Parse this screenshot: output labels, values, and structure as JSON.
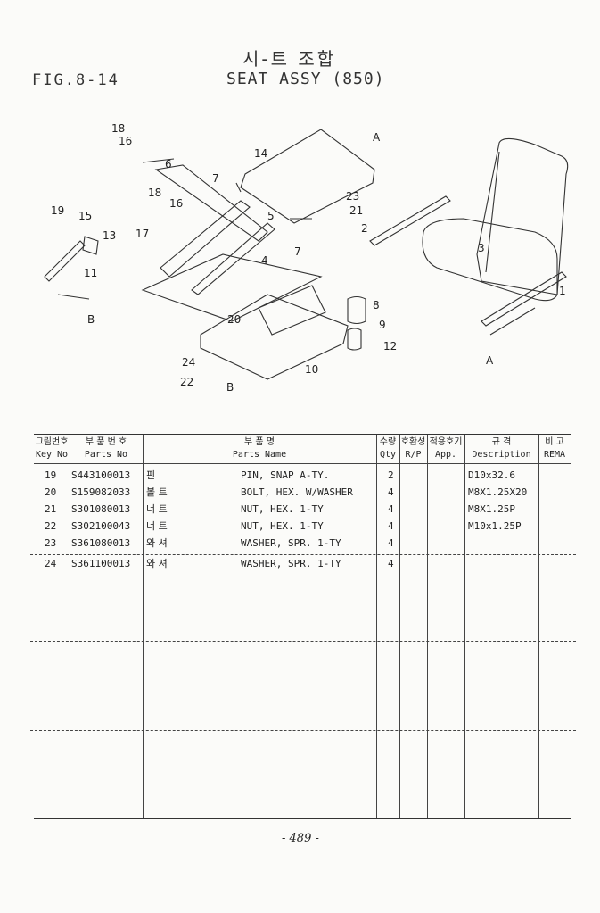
{
  "header": {
    "title_ko": "시-트 조합",
    "figure": "FIG.8-14",
    "title_en": "SEAT ASSY (850)"
  },
  "callouts": [
    "18",
    "16",
    "6",
    "7",
    "14",
    "A",
    "23",
    "21",
    "2",
    "3",
    "1",
    "A",
    "19",
    "15",
    "13",
    "11",
    "B",
    "17",
    "18",
    "16",
    "5",
    "7",
    "4",
    "8",
    "9",
    "12",
    "20",
    "24",
    "22",
    "B",
    "10"
  ],
  "table": {
    "headers": [
      {
        "ko": "그림번호",
        "en": "Key No"
      },
      {
        "ko": "부 품 번 호",
        "en": "Parts No"
      },
      {
        "ko": "부 품 명",
        "en": "Parts Name"
      },
      {
        "ko": "수량",
        "en": "Qty"
      },
      {
        "ko": "호환성",
        "en": "R/P"
      },
      {
        "ko": "적용호기",
        "en": "App."
      },
      {
        "ko": "규 격",
        "en": "Description"
      },
      {
        "ko": "비 고",
        "en": "REMA"
      }
    ],
    "rows": [
      {
        "key": "19",
        "part_no": "S443100013",
        "name_ko": "핀",
        "name": "PIN, SNAP A-TY.",
        "qty": "2",
        "desc": "D10x32.6"
      },
      {
        "key": "20",
        "part_no": "S159082033",
        "name_ko": "볼 트",
        "name": "BOLT, HEX. W/WASHER",
        "qty": "4",
        "desc": "M8X1.25X20"
      },
      {
        "key": "21",
        "part_no": "S301080013",
        "name_ko": "너 트",
        "name": "NUT, HEX. 1-TY",
        "qty": "4",
        "desc": "M8X1.25P"
      },
      {
        "key": "22",
        "part_no": "S302100043",
        "name_ko": "너 트",
        "name": "NUT, HEX. 1-TY",
        "qty": "4",
        "desc": "M10x1.25P"
      },
      {
        "key": "23",
        "part_no": "S361080013",
        "name_ko": "와 셔",
        "name": "WASHER, SPR. 1-TY",
        "qty": "4",
        "desc": ""
      },
      {
        "key": "24",
        "part_no": "S361100013",
        "name_ko": "와 셔",
        "name": "WASHER, SPR. 1-TY",
        "qty": "4",
        "desc": ""
      }
    ]
  },
  "footer": {
    "page": "- 489 -"
  }
}
